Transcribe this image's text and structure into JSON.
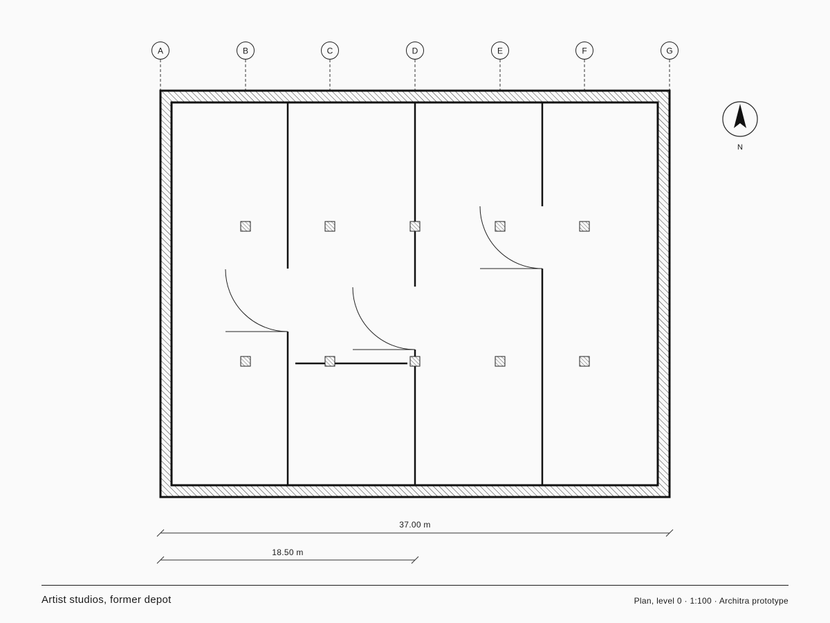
{
  "project": {
    "title": "Artist studios, former depot"
  },
  "sheet": {
    "info": "Plan, level 0 · 1:100 · Architra prototype"
  },
  "grid": {
    "labels": [
      "A",
      "B",
      "C",
      "D",
      "E",
      "F",
      "G"
    ]
  },
  "dimensions": {
    "overall": "37.00 m",
    "half": "18.50 m"
  },
  "north": {
    "label": "N"
  }
}
